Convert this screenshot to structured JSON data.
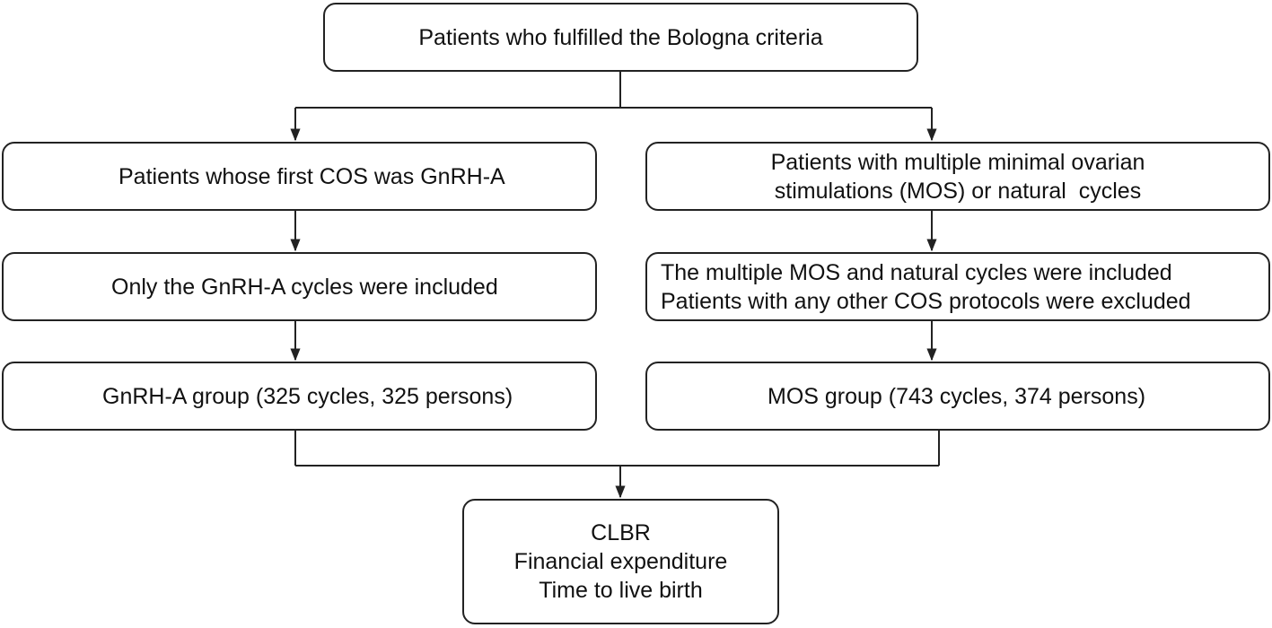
{
  "diagram": {
    "start": "Patients who fulfilled the Bologna criteria",
    "left": {
      "step1": "Patients whose first COS was GnRH-A",
      "step2": "Only the GnRH-A cycles were included",
      "group": "GnRH-A group (325 cycles, 325 persons)"
    },
    "right": {
      "step1": [
        "Patients with multiple minimal ovarian",
        "stimulations (MOS) or natural  cycles"
      ],
      "step2": [
        "The multiple MOS and natural cycles were included",
        "Patients with any other COS protocols were excluded"
      ],
      "group": "MOS group (743 cycles, 374 persons)"
    },
    "outcomes": [
      "CLBR",
      "Financial expenditure",
      "Time to live birth"
    ]
  }
}
